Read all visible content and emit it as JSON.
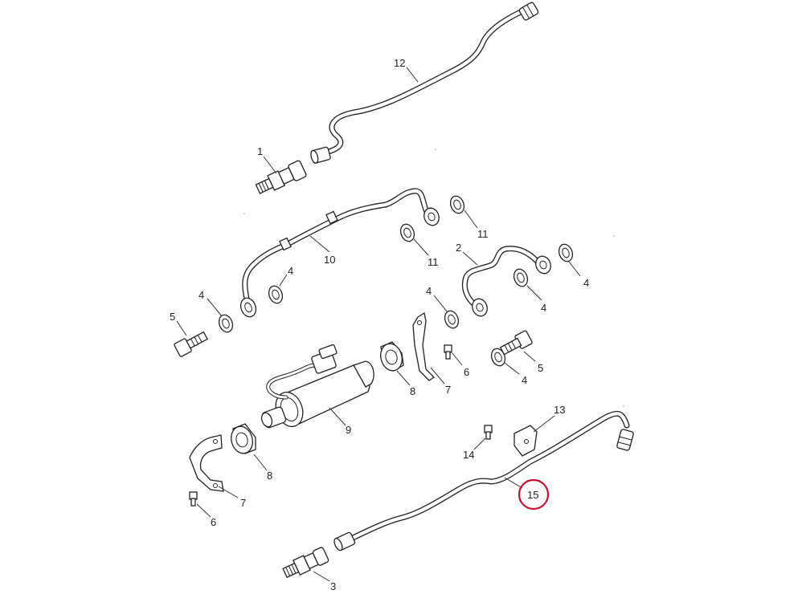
{
  "diagram": {
    "callouts": {
      "p1": "1",
      "p2": "2",
      "p3": "3",
      "p4a": "4",
      "p4b": "4",
      "p4c": "4",
      "p4d": "4",
      "p4e": "4",
      "p4f": "4",
      "p5a": "5",
      "p5b": "5",
      "p6a": "6",
      "p6b": "6",
      "p7a": "7",
      "p7b": "7",
      "p8a": "8",
      "p8b": "8",
      "p9": "9",
      "p10": "10",
      "p11a": "11",
      "p11b": "11",
      "p12": "12",
      "p13": "13",
      "p14": "14",
      "p15": "15"
    },
    "highlighted_part": "15",
    "highlight_color": "#c8102e"
  }
}
